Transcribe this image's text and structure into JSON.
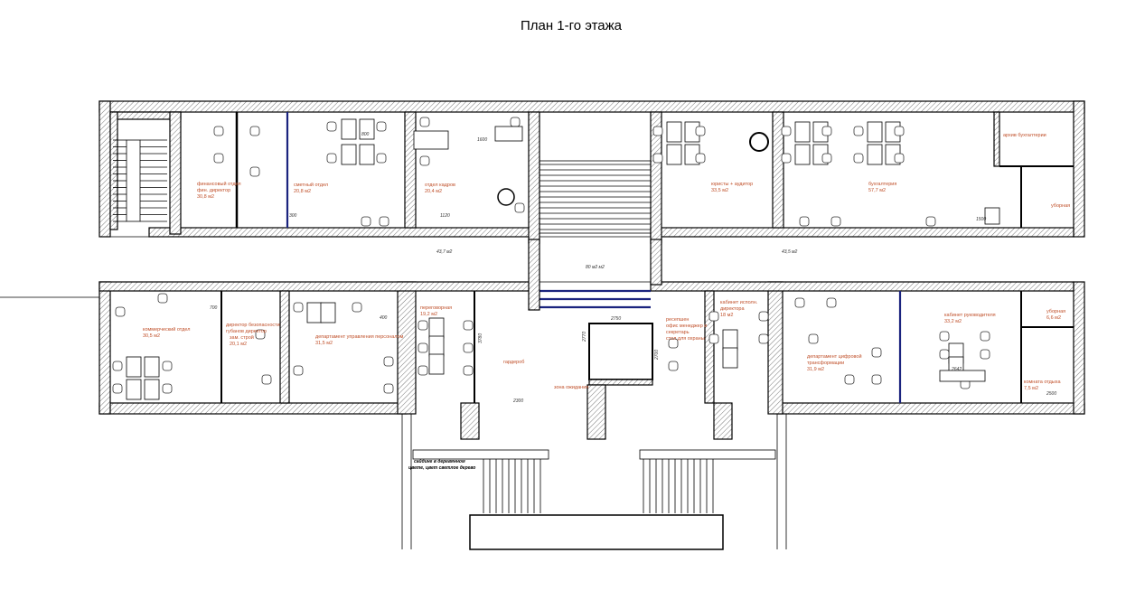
{
  "title": "План 1-го этажа",
  "rooms": {
    "finance": {
      "name": "финансовый отдел",
      "sub": "фин. директор",
      "area": "30,8 м2"
    },
    "estimate": {
      "name": "сметный отдел",
      "area": "20,8 м2"
    },
    "hr": {
      "name": "отдел кадров",
      "area": "20,4 м2"
    },
    "lawyers": {
      "name": "юристы + аудитор",
      "area": "33,5 м2"
    },
    "accounting": {
      "name": "бухгалтерия",
      "area": "57,7 м2"
    },
    "archive": {
      "name": "архив бухгалтерии"
    },
    "wc_top": {
      "name": "уборная"
    },
    "corridor_left": {
      "area": "43,7 м2"
    },
    "hall": {
      "area": "80 м2 м2"
    },
    "corridor_right": {
      "area": "43,5 м2"
    },
    "commercial": {
      "name": "коммерческий отдел",
      "area": "30,5 м2"
    },
    "security": {
      "name": "директор безопасности",
      "sub": "губанов директор",
      "sub2": "зам. строй",
      "area": "20,1 м2"
    },
    "personnel": {
      "name": "департамент управления персоналом",
      "area": "31,5 м2"
    },
    "meeting": {
      "name": "переговорная",
      "area": "19,2 м2"
    },
    "wardrobe": {
      "name": "гардероб"
    },
    "reception": {
      "name": "ресепшен",
      "sub": "офис менеджер и",
      "sub2": "секретарь",
      "sub3": "стол для охраны"
    },
    "waiting": {
      "name": "зона ожидания"
    },
    "exec": {
      "name": "кабинет исполн.",
      "sub": "директора",
      "area": "18 м2"
    },
    "digital": {
      "name": "департамент цифровой",
      "sub": "трансформации",
      "area": "31,9 м2"
    },
    "head": {
      "name": "кабинет руководителя",
      "area": "33,2 м2"
    },
    "wc_bottom": {
      "name": "уборная",
      "area": "6,6 м2"
    },
    "rest": {
      "name": "комната отдыха",
      "area": "7,5 м2"
    }
  },
  "dimensions": [
    "800",
    "1600",
    "1120",
    "400",
    "300",
    "700",
    "2750",
    "2770",
    "2700",
    "2642",
    "2500",
    "2300",
    "1500",
    "3780"
  ],
  "facade_note": {
    "line1": "сайдинг в деревянном",
    "line2": "цвете, цвет светлое дерево"
  }
}
